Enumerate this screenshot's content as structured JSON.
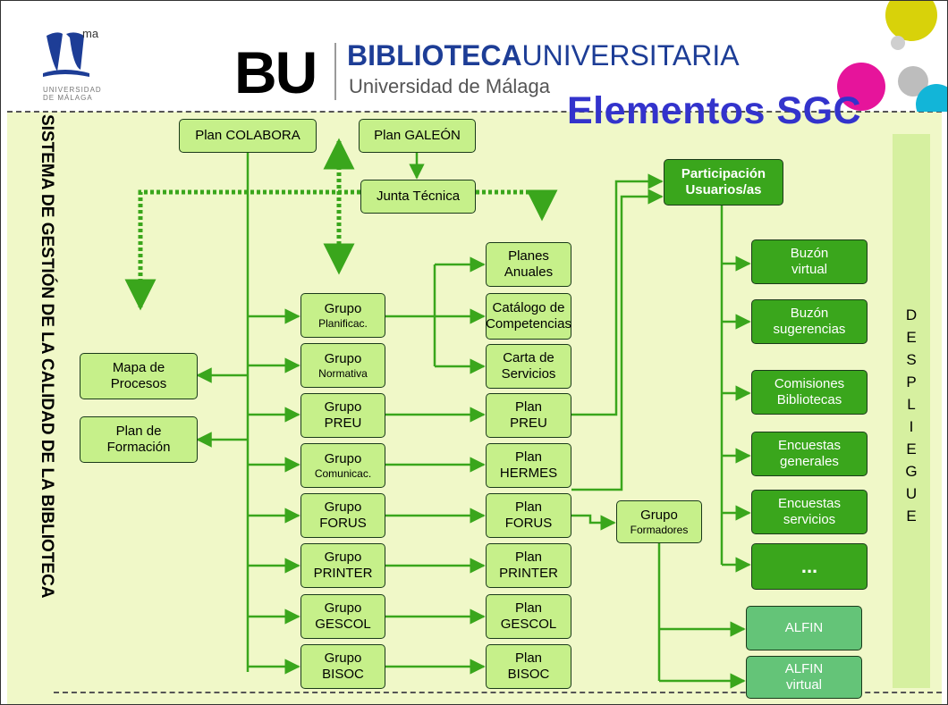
{
  "header": {
    "university_lines": [
      "UNIVERSIDAD",
      "DE MÁLAGA"
    ],
    "uma_superscript": "ma",
    "bu_letters": "BU",
    "library_title_bold": "BIBLIOTECA",
    "library_title_rest": "UNIVERSITARIA",
    "library_subtitle": "Universidad de Málaga",
    "slide_title": "Elementos SGC"
  },
  "side_labels": {
    "left_vertical": "SISTEMA DE GESTIÓN DE LA CALIDAD DE LA BIBLIOTECA",
    "right_vertical_letters": [
      "D",
      "E",
      "S",
      "P",
      "L",
      "I",
      "E",
      "G",
      "U",
      "E"
    ]
  },
  "colors": {
    "panel": "#f0f8c8",
    "band": "#d6f0a0",
    "light_box": "#c6f08a",
    "dark_box": "#3aa61c",
    "medium_box": "#64c478",
    "connector": "#3aa61c",
    "title": "#3333cc",
    "brand_blue": "#1d3d96",
    "dot_magenta": "#e6149b",
    "dot_cyan": "#12b5d8",
    "dot_yellow": "#d8d20a",
    "dot_gray": "#bdbdbd"
  },
  "boxes": {
    "plan_colabora": [
      "Plan COLABORA"
    ],
    "plan_galeon": [
      "Plan GALEÓN"
    ],
    "junta_tecnica": [
      "Junta Técnica"
    ],
    "mapa_procesos": [
      "Mapa de",
      "Procesos"
    ],
    "plan_formacion": [
      "Plan de",
      "Formación"
    ],
    "grupo_planificac": [
      "Grupo",
      "Planificac."
    ],
    "grupo_normativa": [
      "Grupo",
      "Normativa"
    ],
    "grupo_preu": [
      "Grupo",
      "PREU"
    ],
    "grupo_comunicac": [
      "Grupo",
      "Comunicac."
    ],
    "grupo_forus": [
      "Grupo",
      "FORUS"
    ],
    "grupo_printer": [
      "Grupo",
      "PRINTER"
    ],
    "grupo_gescol": [
      "Grupo",
      "GESCOL"
    ],
    "grupo_bisoc": [
      "Grupo",
      "BISOC"
    ],
    "planes_anuales": [
      "Planes",
      "Anuales"
    ],
    "catalogo_competencias": [
      "Catálogo de",
      "Competencias"
    ],
    "carta_servicios": [
      "Carta de",
      "Servicios"
    ],
    "plan_preu": [
      "Plan",
      "PREU"
    ],
    "plan_hermes": [
      "Plan",
      "HERMES"
    ],
    "plan_forus": [
      "Plan",
      "FORUS"
    ],
    "plan_printer": [
      "Plan",
      "PRINTER"
    ],
    "plan_gescol": [
      "Plan",
      "GESCOL"
    ],
    "plan_bisoc": [
      "Plan",
      "BISOC"
    ],
    "grupo_formadores": [
      "Grupo",
      "Formadores"
    ],
    "participacion_usuarios": [
      "Participación",
      "Usuarios/as"
    ],
    "buzon_virtual": [
      "Buzón",
      "virtual"
    ],
    "buzon_sugerencias": [
      "Buzón",
      "sugerencias"
    ],
    "comisiones_bibliotecas": [
      "Comisiones",
      "Bibliotecas"
    ],
    "encuestas_generales": [
      "Encuestas",
      "generales"
    ],
    "encuestas_servicios": [
      "Encuestas",
      "servicios"
    ],
    "ellipsis": [
      "..."
    ],
    "alfin": [
      "ALFIN"
    ],
    "alfin_virtual": [
      "ALFIN",
      "virtual"
    ]
  }
}
